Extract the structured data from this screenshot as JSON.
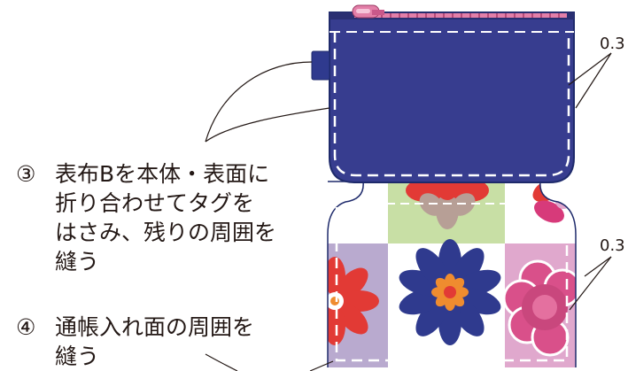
{
  "steps": [
    {
      "number": "③",
      "lines": [
        "表布Bを本体・表面に",
        "折り合わせてタグを",
        "はさみ、残りの周囲を",
        "縫う"
      ]
    },
    {
      "number": "④",
      "lines": [
        "通帳入れ面の周囲を",
        "縫う"
      ]
    }
  ],
  "dimensions": {
    "top": "0.3",
    "bottom": "0.3"
  },
  "colors": {
    "navy_cover": "#373d8f",
    "outline": "#1e2a6b",
    "stitch": "#ffffff",
    "zipper": "#e37fa8",
    "green_patch": "#c8dfa5",
    "lavender_patch": "#b9aacf",
    "pink_patch": "#e0a8cd",
    "petal_red": "#e23a35",
    "petal_navy": "#2f3a8e",
    "flower_center": "#ef8c2f",
    "text": "#231815"
  },
  "icons": [
    "zipper-pull-icon",
    "tag-icon",
    "flower-icon"
  ]
}
